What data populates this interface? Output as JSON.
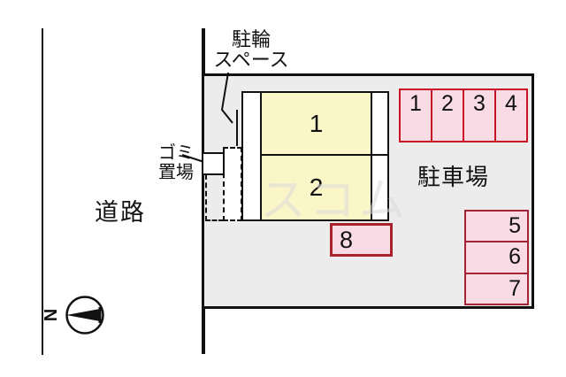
{
  "labels": {
    "road": "道路",
    "parking_lot": "駐車場",
    "bicycle_line1": "駐輪",
    "bicycle_line2": "スペース",
    "garbage_line1": "ゴミ",
    "garbage_line2": "置場"
  },
  "compass": {
    "letter": "N",
    "arrow_direction": "left"
  },
  "watermark": "スコム",
  "building": {
    "rooms": [
      {
        "number": "1"
      },
      {
        "number": "2"
      }
    ]
  },
  "parking": {
    "top_row": [
      {
        "number": "1"
      },
      {
        "number": "2"
      },
      {
        "number": "3"
      },
      {
        "number": "4"
      }
    ],
    "right_column": [
      {
        "number": "5"
      },
      {
        "number": "6"
      },
      {
        "number": "7"
      }
    ],
    "standalone": {
      "number": "8"
    }
  },
  "colors": {
    "site_fill": "#ececec",
    "room_fill": "#faf6c8",
    "parking_space_fill": "#f9dbe5",
    "parking_border_top_row": "#c91427",
    "parking_border_dark": "#a52336",
    "line": "#111111"
  }
}
